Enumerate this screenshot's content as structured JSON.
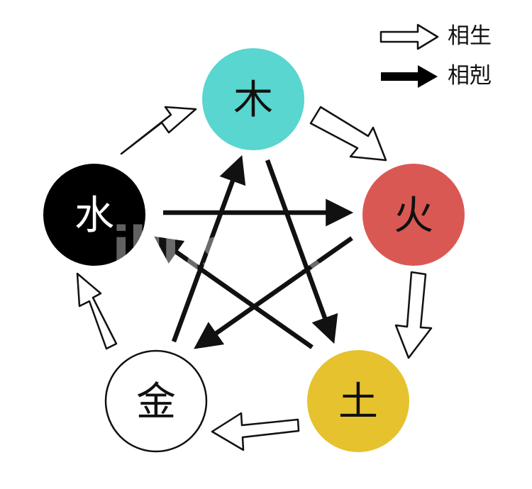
{
  "legend": {
    "generating": {
      "label": "相生"
    },
    "overcoming": {
      "label": "相剋"
    }
  },
  "colors": {
    "wood": "#58d6cf",
    "fire": "#da5853",
    "earth": "#e6c22f",
    "metal": "#ffffff",
    "water": "#000000",
    "ink": "#111111"
  },
  "elements": {
    "wood": {
      "label": "木"
    },
    "fire": {
      "label": "火"
    },
    "earth": {
      "label": "土"
    },
    "metal": {
      "label": "金"
    },
    "water": {
      "label": "水"
    }
  },
  "watermark": {
    "text": "illustAC"
  }
}
